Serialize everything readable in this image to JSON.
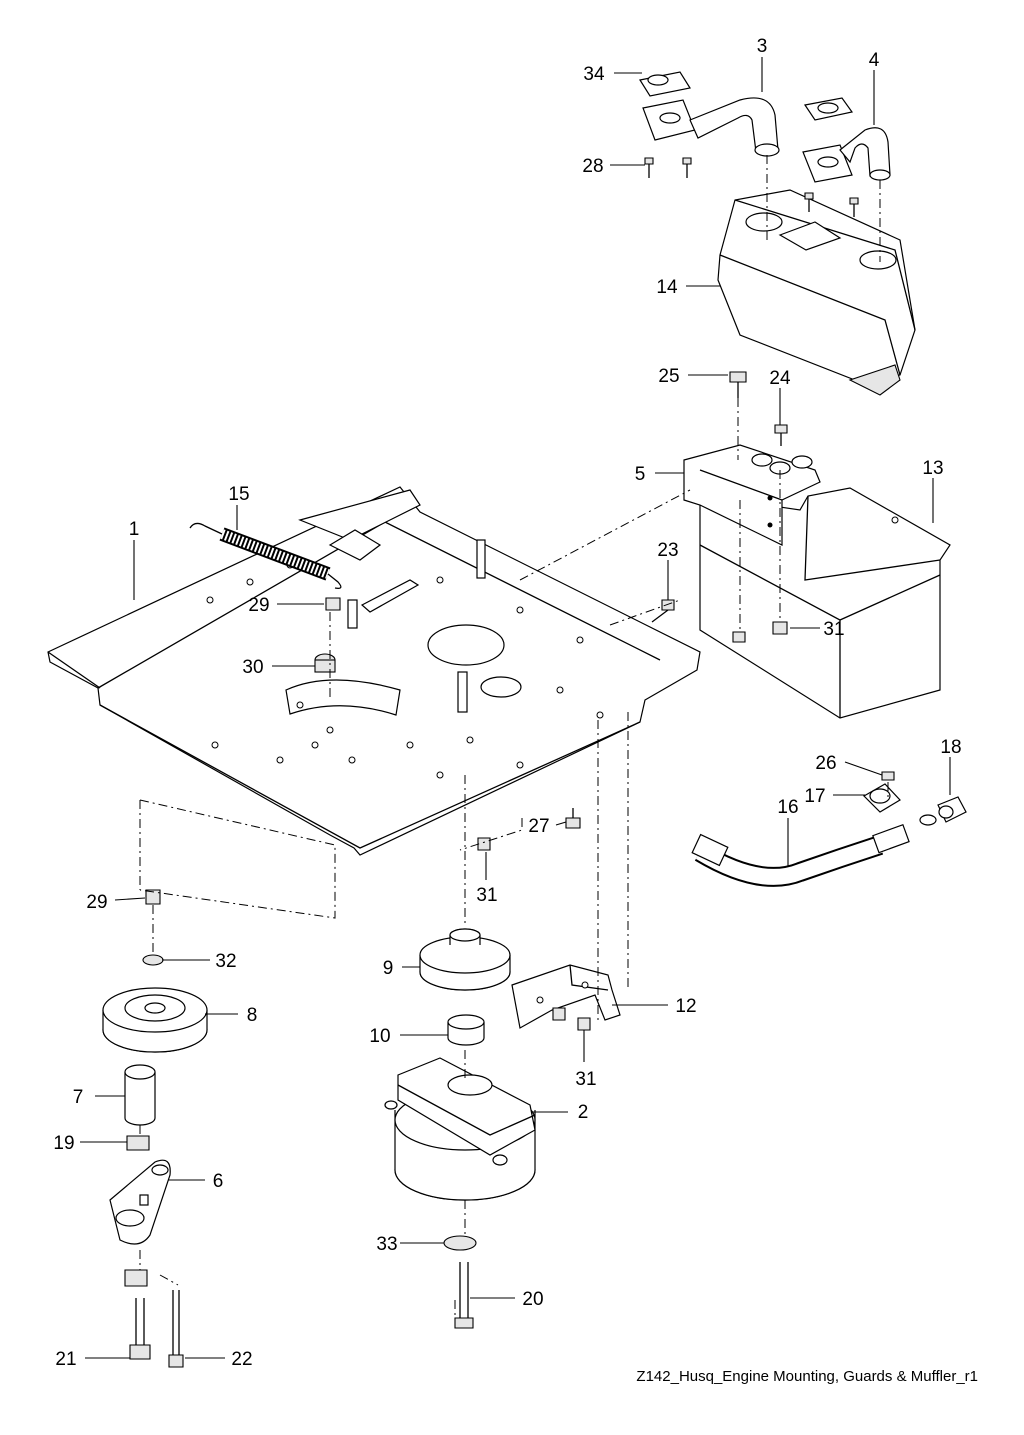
{
  "caption": "Z142_Husq_Engine Mounting, Guards & Muffler_r1",
  "callouts": [
    {
      "id": "1",
      "text": "1"
    },
    {
      "id": "2",
      "text": "2"
    },
    {
      "id": "3",
      "text": "3"
    },
    {
      "id": "4",
      "text": "4"
    },
    {
      "id": "5",
      "text": "5"
    },
    {
      "id": "6",
      "text": "6"
    },
    {
      "id": "7",
      "text": "7"
    },
    {
      "id": "8",
      "text": "8"
    },
    {
      "id": "9",
      "text": "9"
    },
    {
      "id": "10",
      "text": "10"
    },
    {
      "id": "12",
      "text": "12"
    },
    {
      "id": "13",
      "text": "13"
    },
    {
      "id": "14",
      "text": "14"
    },
    {
      "id": "15",
      "text": "15"
    },
    {
      "id": "16",
      "text": "16"
    },
    {
      "id": "17",
      "text": "17"
    },
    {
      "id": "18",
      "text": "18"
    },
    {
      "id": "19",
      "text": "19"
    },
    {
      "id": "20",
      "text": "20"
    },
    {
      "id": "21",
      "text": "21"
    },
    {
      "id": "22",
      "text": "22"
    },
    {
      "id": "23",
      "text": "23"
    },
    {
      "id": "24",
      "text": "24"
    },
    {
      "id": "25",
      "text": "25"
    },
    {
      "id": "26",
      "text": "26"
    },
    {
      "id": "27",
      "text": "27"
    },
    {
      "id": "28",
      "text": "28"
    },
    {
      "id": "29a",
      "text": "29"
    },
    {
      "id": "29b",
      "text": "29"
    },
    {
      "id": "30",
      "text": "30"
    },
    {
      "id": "31a",
      "text": "31"
    },
    {
      "id": "31b",
      "text": "31"
    },
    {
      "id": "31c",
      "text": "31"
    },
    {
      "id": "32",
      "text": "32"
    },
    {
      "id": "33",
      "text": "33"
    },
    {
      "id": "34",
      "text": "34"
    }
  ]
}
